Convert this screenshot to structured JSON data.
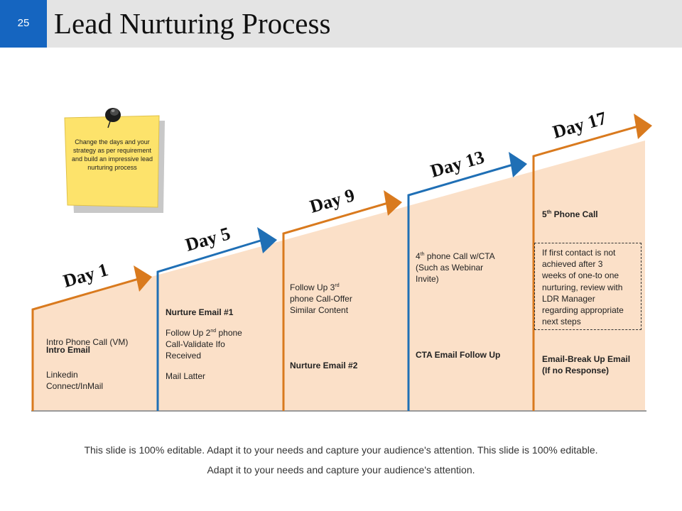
{
  "slide_number": "25",
  "title": "Lead Nurturing Process",
  "colors": {
    "orange": "#d97a1e",
    "blue": "#1f6fb5",
    "fill": "#fbe0c8",
    "header": "#1565c0"
  },
  "note": {
    "text": "Change the days and your strategy as per requirement and build an impressive lead nurturing process",
    "icon": "pushpin-icon"
  },
  "days": [
    "Day 1",
    "Day 5",
    "Day 9",
    "Day 13",
    "Day 17"
  ],
  "steps": {
    "day1": {
      "intro_call": "Intro Phone Call (VM)",
      "intro_email": "Intro Email",
      "linkedin_1": "Linkedin",
      "linkedin_2": "Connect/InMail"
    },
    "day5": {
      "nurture_email": "Nurture Email #1",
      "follow_up_a": "Follow Up 2",
      "follow_up_sup": "nd",
      "follow_up_b": " phone",
      "follow_up_2": "Call-Validate Ifo",
      "follow_up_3": "Received",
      "mail_latter": "Mail Latter"
    },
    "day9": {
      "follow_up_a": "Follow Up 3",
      "follow_up_sup": "rd",
      "follow_up_2": "phone Call-Offer",
      "follow_up_3": "Similar Content",
      "nurture_email": "Nurture Email #2"
    },
    "day13": {
      "call_a": "4",
      "call_sup": "th",
      "call_b": " phone  Call w/CTA",
      "call_2": "(Such as Webinar",
      "call_3": "Invite)",
      "cta": "CTA Email Follow Up"
    },
    "day17": {
      "call_a": "5",
      "call_sup": "th",
      "call_b": " Phone Call",
      "box_1": "If first contact is not",
      "box_2": "achieved  after 3",
      "box_3": "weeks of one-to one",
      "box_4": "nurturing, review with",
      "box_5": "LDR Manager",
      "box_6": "regarding appropriate",
      "box_7": "next steps",
      "breakup_1": "Email-Break Up Email",
      "breakup_2": "(If no Response)"
    }
  },
  "footer": {
    "line1": "This slide is 100% editable. Adapt it to your needs and capture your audience's attention. This slide is 100% editable.",
    "line2": "Adapt it to your needs and capture your audience's attention."
  }
}
